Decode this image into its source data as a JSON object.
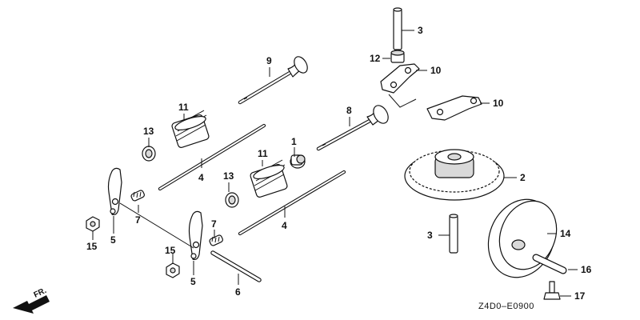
{
  "callouts": {
    "c1": "1",
    "c2": "2",
    "c3a": "3",
    "c3b": "3",
    "c4a": "4",
    "c4b": "4",
    "c5a": "5",
    "c5b": "5",
    "c6": "6",
    "c7a": "7",
    "c7b": "7",
    "c8": "8",
    "c9": "9",
    "c10a": "10",
    "c10b": "10",
    "c11a": "11",
    "c11b": "11",
    "c12": "12",
    "c13a": "13",
    "c13b": "13",
    "c14": "14",
    "c15a": "15",
    "c15b": "15",
    "c16": "16",
    "c17": "17"
  },
  "direction_label": "FR.",
  "diagram_code": "Z4D0–E0900"
}
